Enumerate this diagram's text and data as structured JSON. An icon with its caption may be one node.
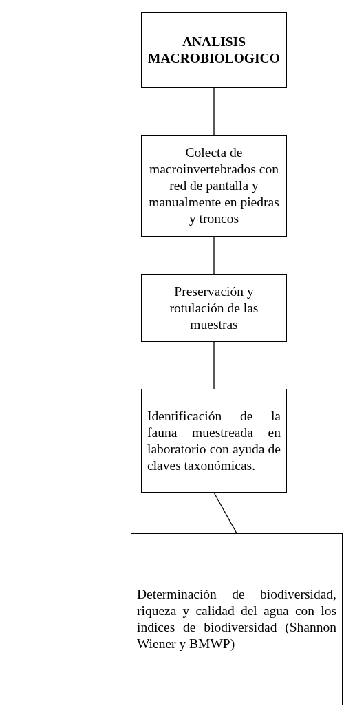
{
  "diagram": {
    "nodes": [
      {
        "text": [
          "ANALISIS MACROBIOLOGICO"
        ]
      },
      {
        "text": [
          "Colecta de macroinvertebrados  con red de pantalla y manualmente en piedras y troncos"
        ]
      },
      {
        "text": [
          "Preservación y rotulación de las muestras"
        ]
      },
      {
        "text": [
          "Identificación de la fauna muestreada en laboratorio con ayuda de claves taxonómicas."
        ]
      },
      {
        "text": [
          "Determinación de biodiversidad, riqueza y calidad del agua con los índices de biodiversidad (Shannon Wiener y BMWP)"
        ]
      }
    ],
    "edges": [
      {
        "from": 0,
        "to": 1,
        "arrow": "none"
      },
      {
        "from": 1,
        "to": 2,
        "arrow": "none"
      },
      {
        "from": 2,
        "to": 3,
        "arrow": "none"
      },
      {
        "from": 3,
        "to": 4,
        "arrow": "none"
      }
    ]
  }
}
